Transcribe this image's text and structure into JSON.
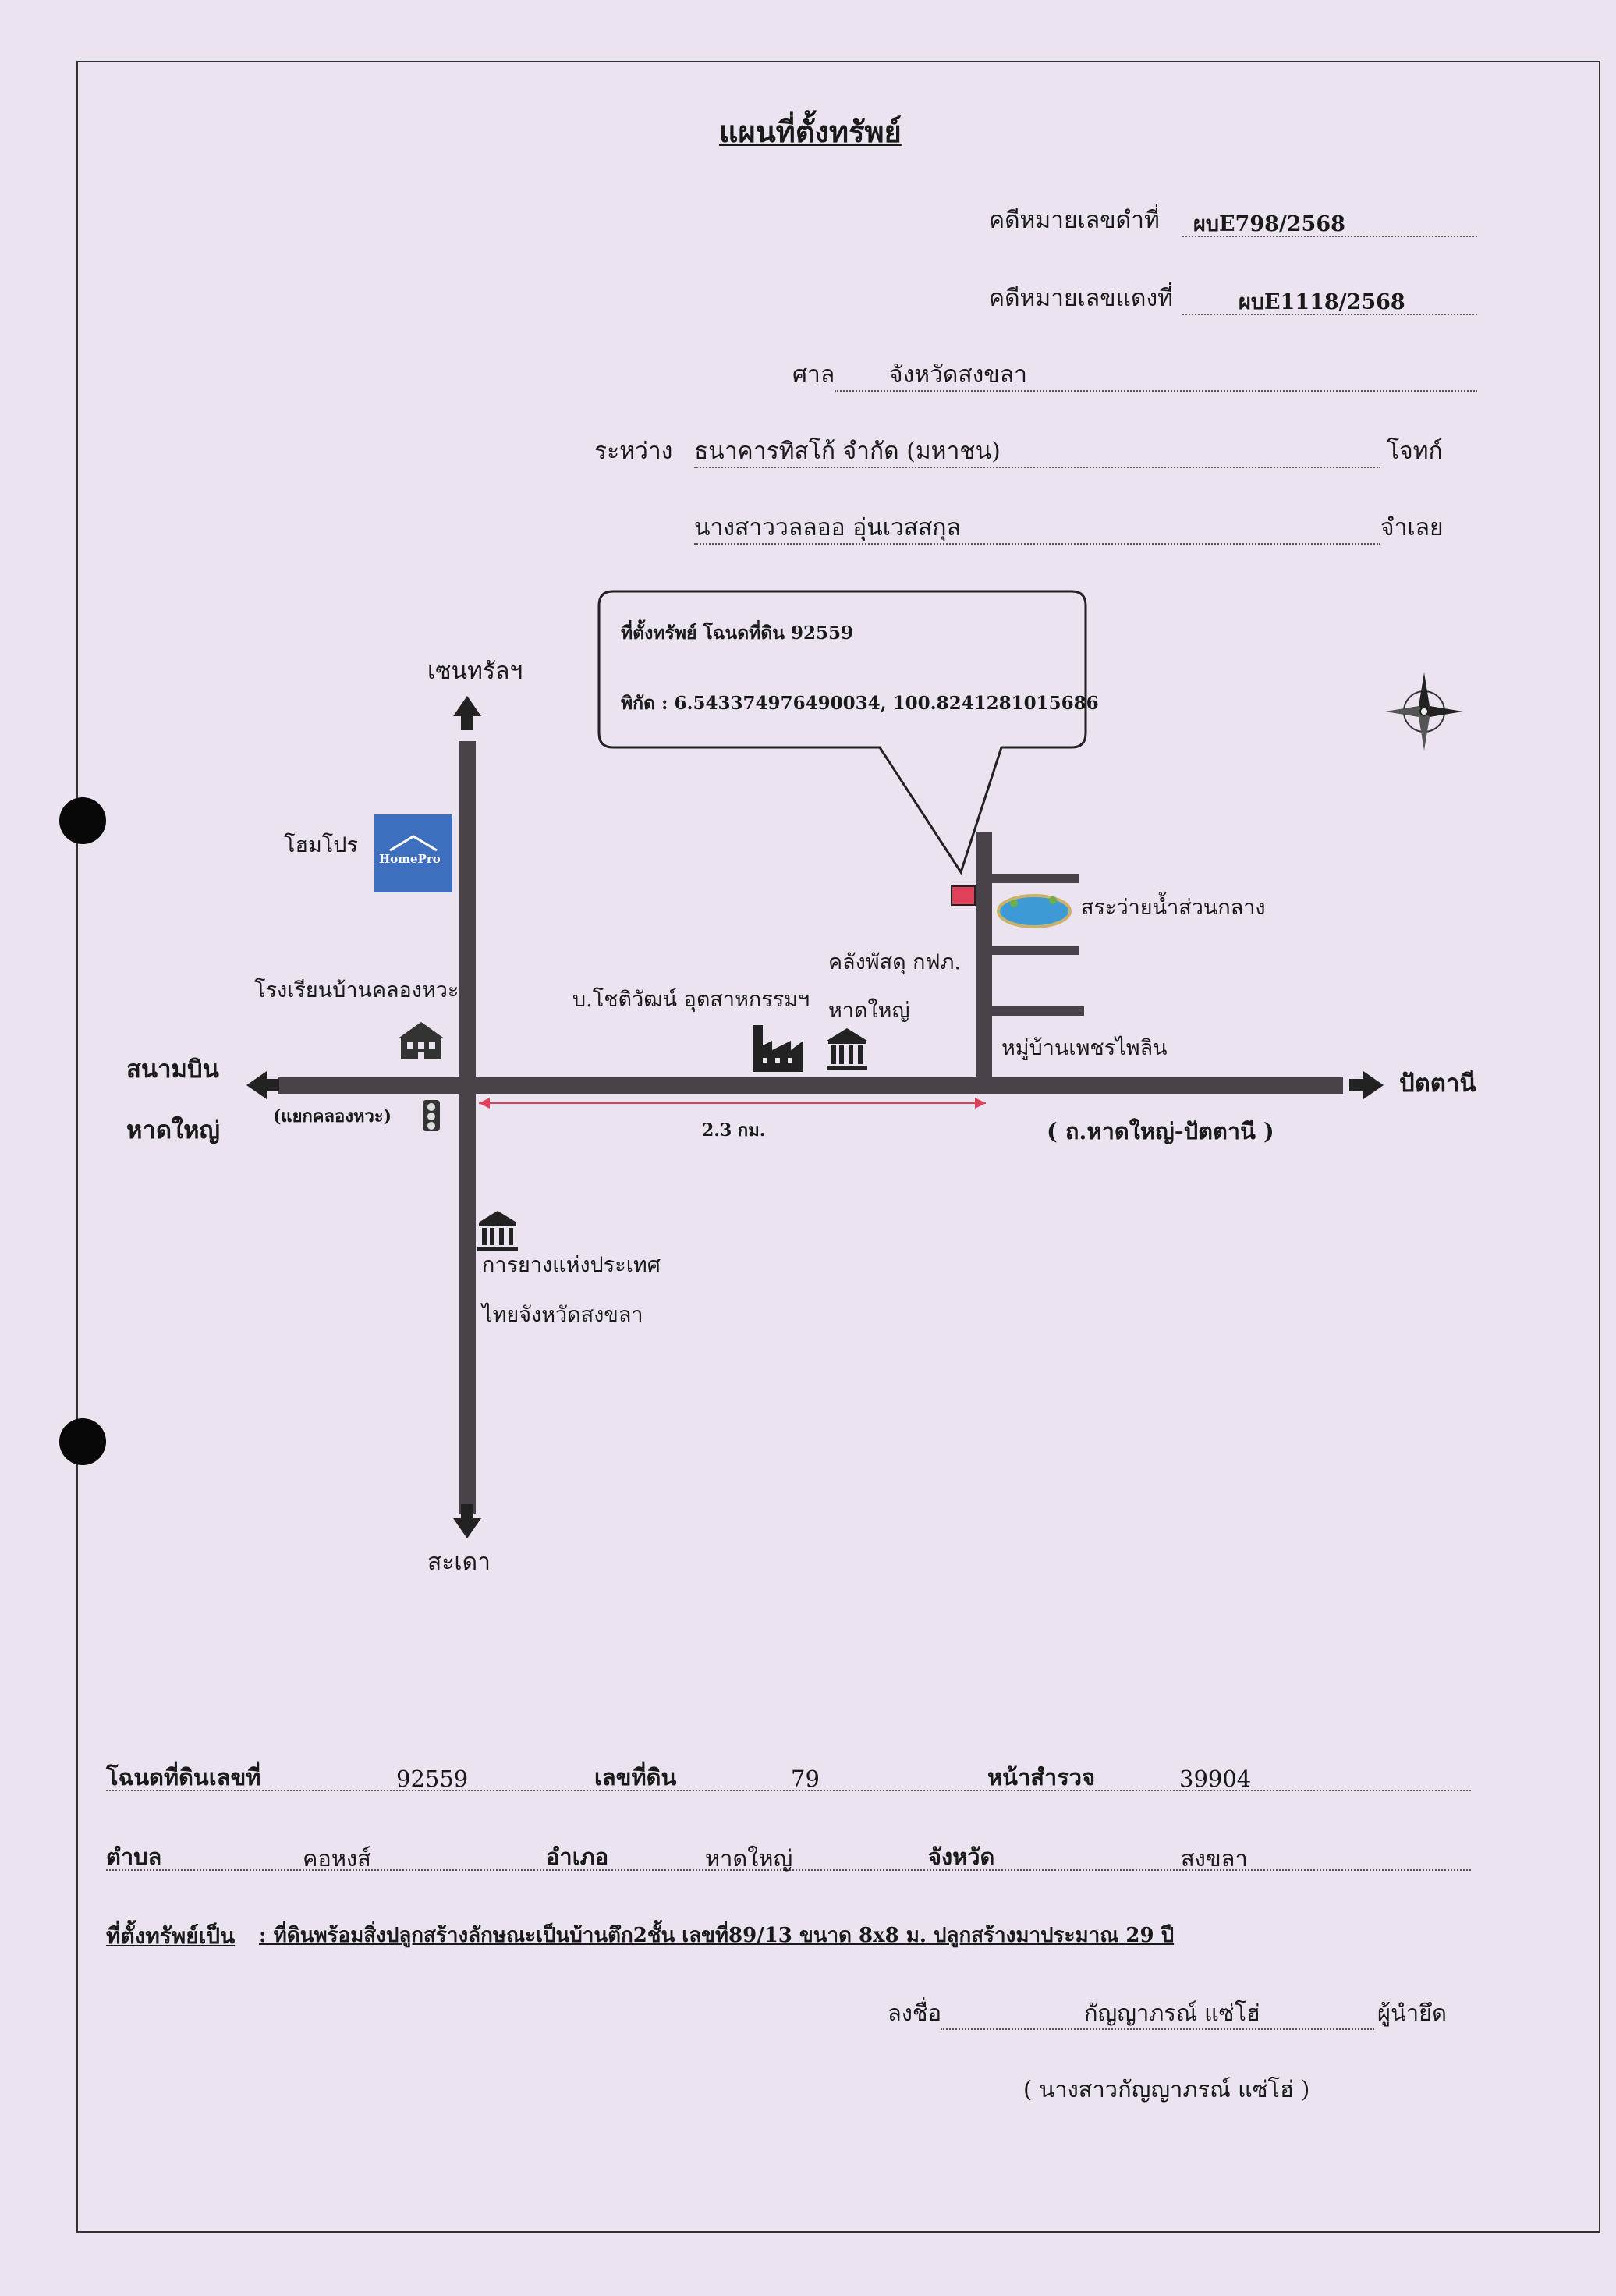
{
  "header": {
    "title": "แผนที่ตั้งทรัพย์",
    "black_case_label": "คดีหมายเลขดำที่",
    "black_case_no": "ผบE798/2568",
    "red_case_label": "คดีหมายเลขแดงที่",
    "red_case_no": "ผบE1118/2568",
    "court_label": "ศาล",
    "court_name": "จังหวัดสงขลา",
    "between_label": "ระหว่าง",
    "plaintiff": "ธนาคารทิสโก้ จำกัด (มหาชน)",
    "plaintiff_role": "โจทก์",
    "defendant": "นางสาววลลออ อุ่นเวสสกุล",
    "defendant_role": "จำเลย"
  },
  "map": {
    "callout_title": "ที่ตั้งทรัพย์ โฉนดที่ดิน 92559",
    "callout_coords": "พิกัด : 6.543374976490034, 100.8241281015686",
    "north_label": "เซนทรัลฯ",
    "south_label": "สะเดา",
    "west_label_1": "สนามบิน",
    "west_label_2": "หาดใหญ่",
    "east_label": "ปัตตานี",
    "junction_label": "(แยกคลองหวะ)",
    "road_name": "( ถ.หาดใหญ่-ปัตตานี )",
    "distance": "2.3 กม.",
    "homepro_label": "โฮมโปร",
    "homepro_logo": "HomePro",
    "school_label": "โรงเรียนบ้านคลองหวะ",
    "factory_label": "บ.โชติวัฒน์ อุตสาหกรรมฯ",
    "warehouse_label_1": "คลังพัสดุ กฟภ.",
    "warehouse_label_2": "หาดใหญ่",
    "pool_label": "สระว่ายน้ำส่วนกลาง",
    "village_label": "หมู่บ้านเพชรไพลิน",
    "rubber_label_1": "การยางแห่งประเทศ",
    "rubber_label_2": "ไทยจังหวัดสงขลา",
    "colors": {
      "road": "#4a4249",
      "marker": "#e0405a",
      "distance_line": "#e0405a",
      "homepro": "#3e6fbf"
    },
    "icons": [
      "arrow-up-icon",
      "arrow-down-icon",
      "arrow-left-icon",
      "arrow-right-icon",
      "traffic-light-icon",
      "school-icon",
      "factory-icon",
      "warehouse-icon",
      "bank-icon",
      "pool-icon",
      "compass-icon"
    ]
  },
  "footer": {
    "deed_label": "โฉนดที่ดินเลขที่",
    "deed_no": "92559",
    "land_no_label": "เลขที่ดิน",
    "land_no": "79",
    "survey_label": "หน้าสำรวจ",
    "survey_no": "39904",
    "subdistrict_label": "ตำบล",
    "subdistrict": "คอหงส์",
    "district_label": "อำเภอ",
    "district": "หาดใหญ่",
    "province_label": "จังหวัด",
    "province": "สงขลา",
    "property_desc_label": "ที่ตั้งทรัพย์เป็น",
    "property_desc": ": ที่ดินพร้อมสิ่งปลูกสร้างลักษณะเป็นบ้านตึก2ชั้น เลขที่89/13 ขนาด 8x8 ม. ปลูกสร้างมาประมาณ 29 ปี",
    "sign_label": "ลงชื่อ",
    "signer": "กัญญาภรณ์ แซ่โฮ่",
    "signer_role": "ผู้นำยึด",
    "signer_full": "( นางสาวกัญญาภรณ์ แซ่โฮ่ )"
  }
}
